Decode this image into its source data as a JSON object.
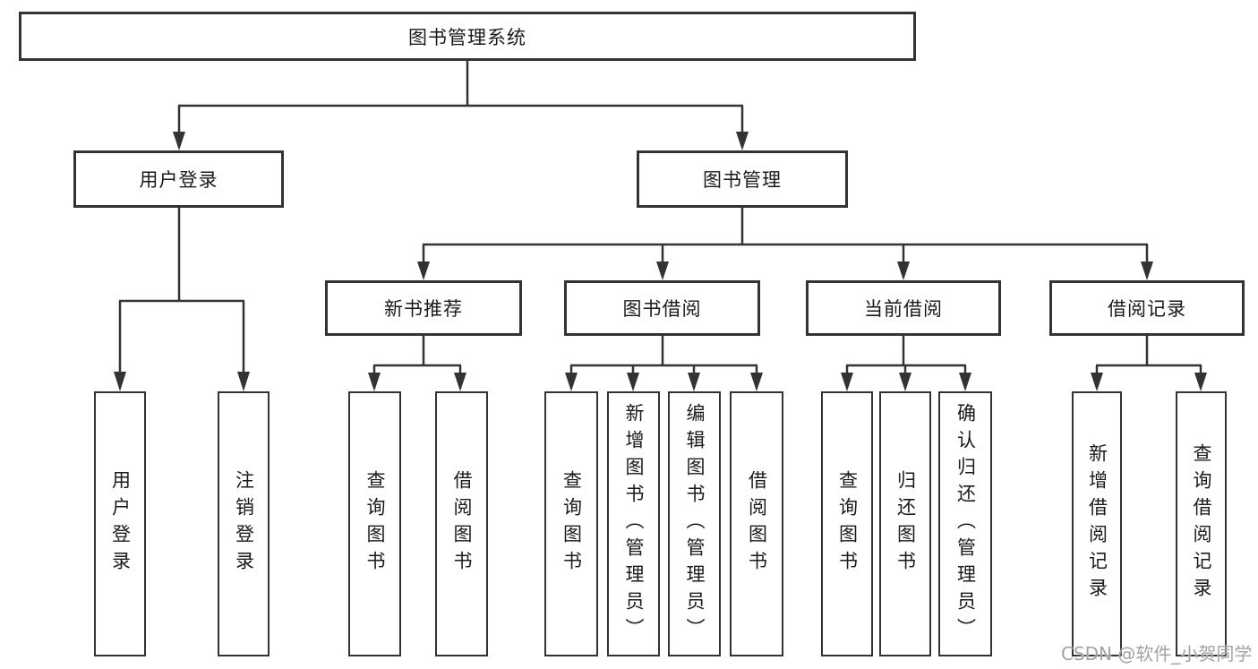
{
  "colors": {
    "line": "#333333",
    "node_border": "#333333",
    "text": "#1a1a1a",
    "background": "#ffffff",
    "watermark": "#a3a3a3"
  },
  "tree": {
    "root": {
      "label": "图书管理系统"
    },
    "branches": [
      {
        "label": "用户登录",
        "leaves": [
          {
            "label": "用户登录"
          },
          {
            "label": "注销登录"
          }
        ]
      },
      {
        "label": "图书管理",
        "groups": [
          {
            "label": "新书推荐",
            "leaves": [
              {
                "label": "查询图书"
              },
              {
                "label": "借阅图书"
              }
            ]
          },
          {
            "label": "图书借阅",
            "leaves": [
              {
                "label": "查询图书"
              },
              {
                "label": "新增图书（管理员）"
              },
              {
                "label": "编辑图书（管理员）"
              },
              {
                "label": "借阅图书"
              }
            ]
          },
          {
            "label": "当前借阅",
            "leaves": [
              {
                "label": "查询图书"
              },
              {
                "label": "归还图书"
              },
              {
                "label": "确认归还（管理员）"
              }
            ]
          },
          {
            "label": "借阅记录",
            "leaves": [
              {
                "label": "新增借阅记录"
              },
              {
                "label": "查询借阅记录"
              }
            ]
          }
        ]
      }
    ]
  },
  "watermark": {
    "text": "CSDN @软件_小贺同学"
  }
}
